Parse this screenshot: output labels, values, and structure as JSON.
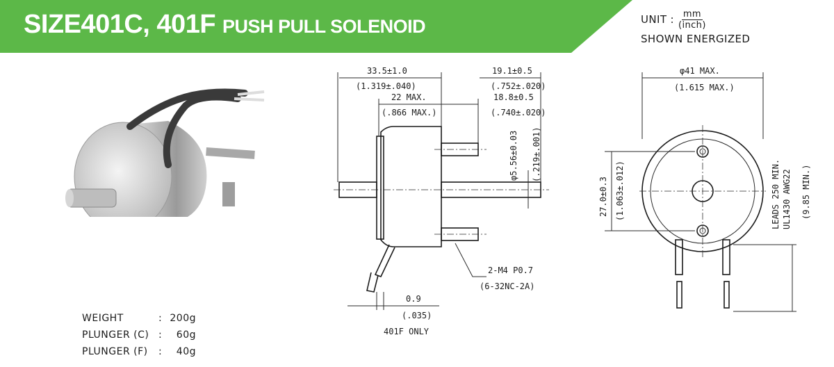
{
  "header": {
    "model": "SIZE401C, 401F",
    "product": "PUSH PULL SOLENOID",
    "banner_color": "#5cb848"
  },
  "unit": {
    "label": "UNIT :",
    "numerator": "mm",
    "denominator": "(inch)",
    "note": "SHOWN ENERGIZED"
  },
  "specs": [
    {
      "label": "WEIGHT",
      "sep": ":",
      "value": "200g"
    },
    {
      "label": "PLUNGER (C)",
      "sep": ":",
      "value": "60g"
    },
    {
      "label": "PLUNGER (F)",
      "sep": ":",
      "value": "40g"
    }
  ],
  "side_view": {
    "dim_overall_mm": "33.5±1.0",
    "dim_overall_in": "(1.319±.040)",
    "dim_body_mm": "22 MAX.",
    "dim_body_in": "(.866 MAX.)",
    "dim_shaft_mm": "19.1±0.5",
    "dim_shaft_in": "(.752±.020)",
    "dim_stud_mm": "18.8±0.5",
    "dim_stud_in": "(.740±.020)",
    "dim_dia_mm": "φ5.56±0.03",
    "dim_dia_in": "(.219±.001)",
    "thread_mm": "2-M4 P0.7",
    "thread_in": "(6-32NC-2A)",
    "dim_gap_mm": "0.9",
    "dim_gap_in": "(.035)",
    "gap_note": "401F ONLY"
  },
  "front_view": {
    "dia_mm": "φ41 MAX.",
    "dia_in": "(1.615 MAX.)",
    "pitch_mm": "27.0±0.3",
    "pitch_in": "(1.063±.012)",
    "leads_1": "LEADS 250 MIN.",
    "leads_2": "UL1430 AWG22",
    "leads_in": "(9.85 MIN.)"
  }
}
